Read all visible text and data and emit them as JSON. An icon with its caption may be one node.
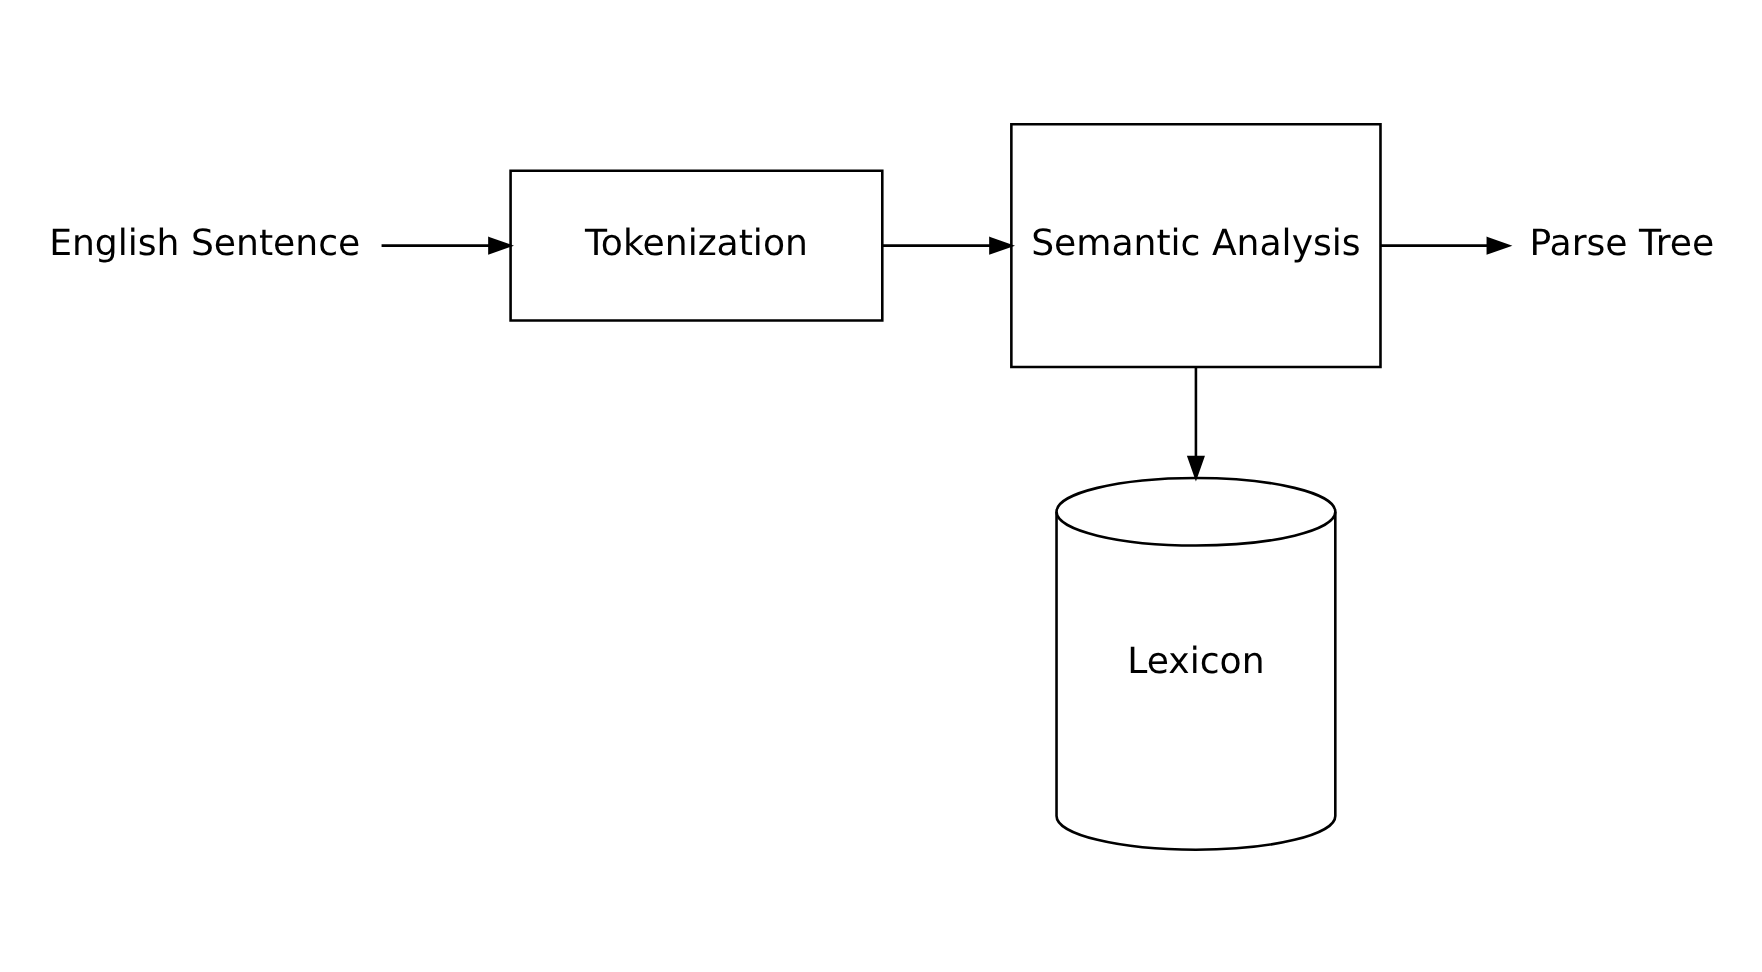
{
  "diagram": {
    "nodes": [
      {
        "text": [
          "English Sentence"
        ]
      },
      {
        "text": [
          "Tokenization"
        ]
      },
      {
        "text": [
          "Semantic Analysis"
        ]
      },
      {
        "text": [
          "Parse Tree"
        ]
      },
      {
        "text": [
          "Lexicon"
        ]
      }
    ],
    "edges": [
      {
        "from": 0,
        "to": 1,
        "arrow": "to"
      },
      {
        "from": 1,
        "to": 2,
        "arrow": "to"
      },
      {
        "from": 2,
        "to": 3,
        "arrow": "to"
      },
      {
        "from": 2,
        "to": 4,
        "arrow": "to"
      }
    ]
  }
}
